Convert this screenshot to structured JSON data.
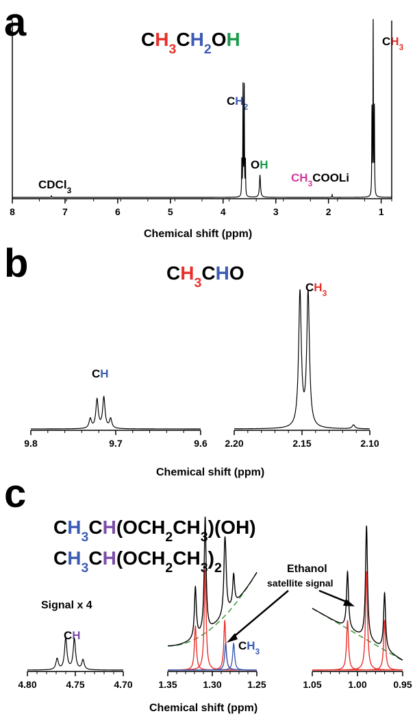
{
  "colors": {
    "black": "#000000",
    "red": "#e8302b",
    "blue": "#3c5bb4",
    "green": "#1a9a4a",
    "magenta": "#d23c9c",
    "purple": "#7b4ea8",
    "dash_green": "#3a9a3a"
  },
  "panel_a": {
    "letter": "a",
    "formula": [
      {
        "t": "C",
        "c": "black"
      },
      {
        "t": "H",
        "c": "red"
      },
      {
        "t": "3",
        "c": "red",
        "sub": true
      },
      {
        "t": "C",
        "c": "black"
      },
      {
        "t": "H",
        "c": "blue"
      },
      {
        "t": "2",
        "c": "blue",
        "sub": true
      },
      {
        "t": "O",
        "c": "black"
      },
      {
        "t": "H",
        "c": "green"
      }
    ],
    "labels": {
      "ch2": [
        {
          "t": "C",
          "c": "black"
        },
        {
          "t": "H",
          "c": "blue"
        },
        {
          "t": "2",
          "c": "blue",
          "sub": true
        }
      ],
      "oh": [
        {
          "t": "O",
          "c": "black"
        },
        {
          "t": "H",
          "c": "green"
        }
      ],
      "ch3": [
        {
          "t": "C",
          "c": "black"
        },
        {
          "t": "H",
          "c": "red"
        },
        {
          "t": "3",
          "c": "red",
          "sub": true
        }
      ],
      "cdcl3": [
        {
          "t": "CDCl",
          "c": "black"
        },
        {
          "t": "3",
          "c": "black",
          "sub": true
        }
      ],
      "ch3cooli": [
        {
          "t": "C",
          "c": "magenta"
        },
        {
          "t": "H",
          "c": "magenta"
        },
        {
          "t": "3",
          "c": "magenta",
          "sub": true
        },
        {
          "t": "COOLi",
          "c": "black"
        }
      ]
    }
  },
  "panel_b": {
    "letter": "b",
    "formula": [
      {
        "t": "C",
        "c": "black"
      },
      {
        "t": "H",
        "c": "red"
      },
      {
        "t": "3",
        "c": "red",
        "sub": true
      },
      {
        "t": "C",
        "c": "black"
      },
      {
        "t": "H",
        "c": "blue"
      },
      {
        "t": "O",
        "c": "black"
      }
    ],
    "labels": {
      "ch": [
        {
          "t": "C",
          "c": "black"
        },
        {
          "t": "H",
          "c": "blue"
        }
      ],
      "ch3": [
        {
          "t": "C",
          "c": "black"
        },
        {
          "t": "H",
          "c": "red"
        },
        {
          "t": "3",
          "c": "red",
          "sub": true
        }
      ]
    }
  },
  "panel_c": {
    "letter": "c",
    "formula1": [
      {
        "t": "C",
        "c": "black"
      },
      {
        "t": "H",
        "c": "blue"
      },
      {
        "t": "3",
        "c": "blue",
        "sub": true
      },
      {
        "t": "C",
        "c": "black"
      },
      {
        "t": "H",
        "c": "purple"
      },
      {
        "t": "(OCH",
        "c": "black"
      },
      {
        "t": "2",
        "c": "black",
        "sub": true
      },
      {
        "t": "CH",
        "c": "black"
      },
      {
        "t": "3",
        "c": "black",
        "sub": true
      },
      {
        "t": ")(OH)",
        "c": "black"
      }
    ],
    "formula2": [
      {
        "t": "C",
        "c": "black"
      },
      {
        "t": "H",
        "c": "blue"
      },
      {
        "t": "3",
        "c": "blue",
        "sub": true
      },
      {
        "t": "C",
        "c": "black"
      },
      {
        "t": "H",
        "c": "purple"
      },
      {
        "t": "(OCH",
        "c": "black"
      },
      {
        "t": "2",
        "c": "black",
        "sub": true
      },
      {
        "t": "CH",
        "c": "black"
      },
      {
        "t": "3",
        "c": "black",
        "sub": true
      },
      {
        "t": ")",
        "c": "black"
      },
      {
        "t": "2",
        "c": "black",
        "sub": true
      }
    ],
    "signal_note": "Signal x 4",
    "ethanol_note": "Ethanol",
    "satellite_note": "satellite signal",
    "labels": {
      "ch": [
        {
          "t": "C",
          "c": "black"
        },
        {
          "t": "H",
          "c": "purple"
        }
      ],
      "ch3": [
        {
          "t": "C",
          "c": "black"
        },
        {
          "t": "H",
          "c": "blue"
        },
        {
          "t": "3",
          "c": "blue",
          "sub": true
        }
      ]
    }
  },
  "chart_data": [
    {
      "type": "line",
      "panel": "a",
      "xlabel": "Chemical shift (ppm)",
      "ylabel": "",
      "xlim": [
        8.0,
        0.8
      ],
      "x_reversed": true,
      "xticks": [
        8,
        7,
        6,
        5,
        4,
        3,
        2,
        1
      ],
      "grid": false,
      "peaks": [
        {
          "x": 7.26,
          "h": 0.01,
          "w": 0.004
        },
        {
          "x": 3.645,
          "h": 0.22,
          "w": 0.0045
        },
        {
          "x": 3.622,
          "h": 0.7,
          "w": 0.0045
        },
        {
          "x": 3.599,
          "h": 0.7,
          "w": 0.0045
        },
        {
          "x": 3.576,
          "h": 0.22,
          "w": 0.0045
        },
        {
          "x": 3.3,
          "h": 0.14,
          "w": 0.012
        },
        {
          "x": 1.93,
          "h": 0.018,
          "w": 0.004
        },
        {
          "x": 1.175,
          "h": 0.55,
          "w": 0.0045
        },
        {
          "x": 1.152,
          "h": 1.1,
          "w": 0.0045
        },
        {
          "x": 1.129,
          "h": 0.55,
          "w": 0.0045
        }
      ]
    },
    {
      "type": "line",
      "panel": "b-left",
      "xlabel": "Chemical shift (ppm)",
      "xlim": [
        9.8,
        9.6
      ],
      "x_reversed": true,
      "xticks": [
        9.8,
        9.7,
        9.6
      ],
      "peaks": [
        {
          "x": 9.73,
          "h": 0.025,
          "w": 0.0017
        },
        {
          "x": 9.722,
          "h": 0.075,
          "w": 0.0017
        },
        {
          "x": 9.714,
          "h": 0.08,
          "w": 0.0017
        },
        {
          "x": 9.706,
          "h": 0.025,
          "w": 0.0017
        }
      ]
    },
    {
      "type": "line",
      "panel": "b-right",
      "xlabel": "Chemical shift (ppm)",
      "xlim": [
        2.2,
        2.1
      ],
      "x_reversed": true,
      "xticks": [
        2.2,
        2.15,
        2.1
      ],
      "peaks": [
        {
          "x": 2.1515,
          "h": 0.35,
          "w": 0.0012
        },
        {
          "x": 2.1455,
          "h": 0.35,
          "w": 0.0012
        },
        {
          "x": 2.112,
          "h": 0.01,
          "w": 0.0012
        }
      ]
    },
    {
      "type": "line",
      "panel": "c-left",
      "xlim": [
        4.8,
        4.7
      ],
      "x_reversed": true,
      "xticks": [
        4.8,
        4.75,
        4.7
      ],
      "peaks": [
        {
          "x": 4.769,
          "h": 0.1,
          "w": 0.0015
        },
        {
          "x": 4.76,
          "h": 0.29,
          "w": 0.0015
        },
        {
          "x": 4.751,
          "h": 0.28,
          "w": 0.0015
        },
        {
          "x": 4.742,
          "h": 0.09,
          "w": 0.0015
        }
      ]
    },
    {
      "type": "line",
      "panel": "c-middle",
      "xlim": [
        1.35,
        1.25
      ],
      "x_reversed": true,
      "xticks": [
        1.35,
        1.3,
        1.25
      ],
      "baseline_slope": true,
      "fit_peaks_red": [
        {
          "x": 1.319,
          "h": 0.33,
          "w": 0.0013
        },
        {
          "x": 1.308,
          "h": 0.75,
          "w": 0.0013
        },
        {
          "x": 1.286,
          "h": 0.37,
          "w": 0.0013
        }
      ],
      "fit_peaks_blue": [
        {
          "x": 1.285,
          "h": 0.2,
          "w": 0.0013
        },
        {
          "x": 1.276,
          "h": 0.2,
          "w": 0.0013
        }
      ]
    },
    {
      "type": "line",
      "panel": "c-right",
      "xlim": [
        1.05,
        0.95
      ],
      "x_reversed": true,
      "xticks": [
        1.05,
        1.0,
        0.95
      ],
      "baseline_slope": true,
      "fit_peaks_red": [
        {
          "x": 1.011,
          "h": 0.36,
          "w": 0.0013
        },
        {
          "x": 0.99,
          "h": 0.72,
          "w": 0.0013
        },
        {
          "x": 0.97,
          "h": 0.36,
          "w": 0.0013
        }
      ]
    }
  ]
}
